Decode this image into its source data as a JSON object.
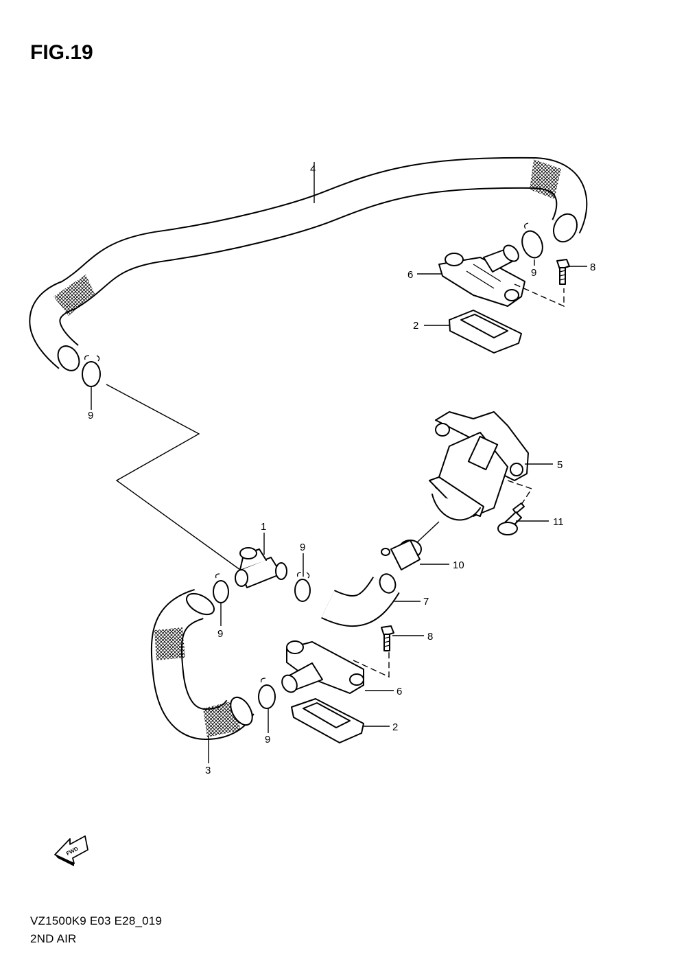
{
  "figure_title": "FIG.19",
  "model_code": "VZ1500K9 E03 E28_019",
  "section_title": "2ND AIR",
  "fwd_label": "FWD",
  "callouts": [
    {
      "id": "c4",
      "text": "4"
    },
    {
      "id": "c6a",
      "text": "6"
    },
    {
      "id": "c9a",
      "text": "9"
    },
    {
      "id": "c8a",
      "text": "8"
    },
    {
      "id": "c2a",
      "text": "2"
    },
    {
      "id": "c9b",
      "text": "9"
    },
    {
      "id": "c5",
      "text": "5"
    },
    {
      "id": "c11",
      "text": "11"
    },
    {
      "id": "c1",
      "text": "1"
    },
    {
      "id": "c9c",
      "text": "9"
    },
    {
      "id": "c10",
      "text": "10"
    },
    {
      "id": "c7",
      "text": "7"
    },
    {
      "id": "c9d",
      "text": "9"
    },
    {
      "id": "c8b",
      "text": "8"
    },
    {
      "id": "c6b",
      "text": "6"
    },
    {
      "id": "c2b",
      "text": "2"
    },
    {
      "id": "c9e",
      "text": "9"
    },
    {
      "id": "c3",
      "text": "3"
    }
  ]
}
